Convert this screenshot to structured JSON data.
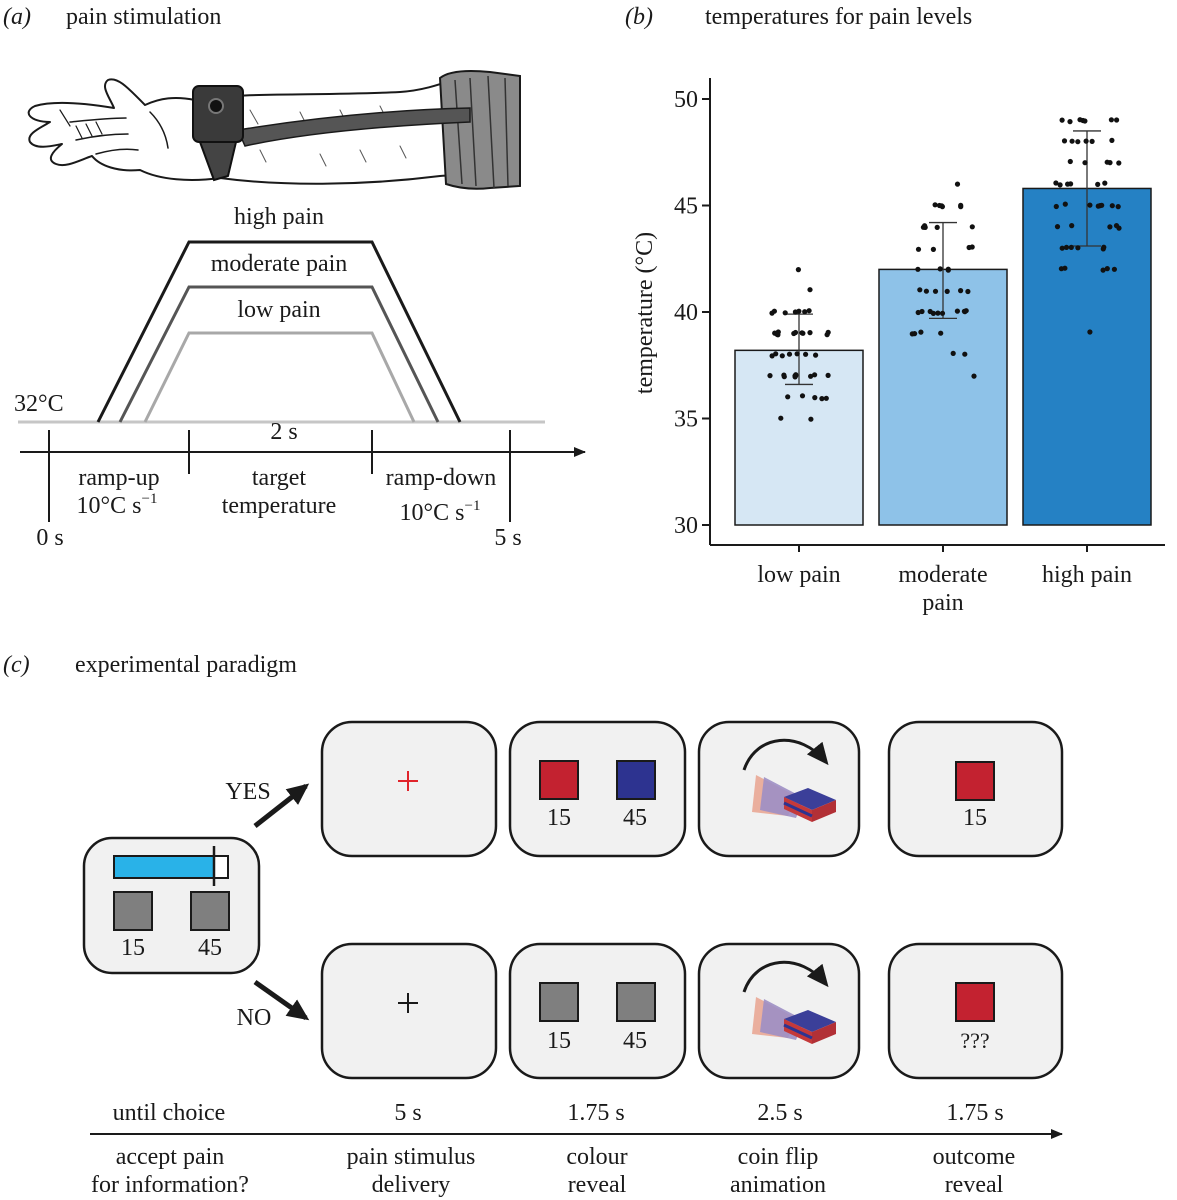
{
  "panel_a": {
    "letter": "a",
    "title": "pain stimulation",
    "labels": {
      "high": "high pain",
      "moderate": "moderate pain",
      "low": "low pain",
      "baseline": "32°C",
      "duration": "2 s",
      "rampup_1": "ramp-up",
      "rampup_2": "10°C s",
      "rampdown_1": "ramp-down",
      "rampdown_2": "10°C s",
      "exponent": "−1",
      "target_1": "target",
      "target_2": "temperature",
      "t_start": "0 s",
      "t_end": "5 s"
    },
    "colors": {
      "high": "#1a1a1a",
      "moderate": "#555555",
      "low": "#a8a8a8",
      "baseline": "#c6c6c6"
    }
  },
  "panel_b": {
    "letter": "b"
  },
  "chart_data": {
    "type": "bar",
    "title": "temperatures for pain levels",
    "xlabel": "",
    "ylabel": "temperature (°C)",
    "ylim": [
      30,
      51
    ],
    "yticks": [
      30,
      35,
      40,
      45,
      50
    ],
    "categories": [
      "low pain",
      "moderate pain",
      "high pain"
    ],
    "category_lines": [
      [
        "low pain"
      ],
      [
        "moderate",
        "pain"
      ],
      [
        "high pain"
      ]
    ],
    "values": [
      38.2,
      42.0,
      45.8
    ],
    "error_low": [
      36.6,
      39.7,
      43.1
    ],
    "error_high": [
      39.9,
      44.2,
      48.5
    ],
    "colors": [
      "#d6e7f4",
      "#8ec2e8",
      "#2581c4"
    ],
    "points": [
      [
        42,
        40,
        40,
        40,
        40,
        40,
        40,
        40,
        41,
        39,
        39,
        39,
        39,
        39,
        39,
        39,
        39,
        39,
        39,
        39,
        38,
        38,
        38,
        38,
        38,
        38,
        38,
        37,
        37,
        37,
        37,
        37,
        37,
        37,
        37,
        37,
        37,
        36,
        36,
        36,
        36,
        36,
        35,
        35
      ],
      [
        46,
        45,
        45,
        45,
        45,
        45,
        45,
        44,
        44,
        44,
        44,
        44,
        43,
        43,
        43,
        43,
        42,
        42,
        42,
        42,
        41,
        41,
        41,
        41,
        41,
        41,
        40,
        40,
        40,
        40,
        40,
        40,
        40,
        40,
        40,
        40,
        39,
        39,
        39,
        39,
        38,
        38,
        37
      ],
      [
        49,
        49,
        49,
        49,
        49,
        49,
        49,
        48,
        48,
        48,
        48,
        48,
        48,
        47,
        47,
        47,
        47,
        47,
        46,
        46,
        46,
        46,
        46,
        46,
        45,
        45,
        45,
        45,
        45,
        45,
        45,
        45,
        44,
        44,
        44,
        44,
        44,
        43,
        43,
        43,
        43,
        43,
        43,
        42,
        42,
        42,
        42,
        42,
        39
      ]
    ]
  },
  "panel_c": {
    "letter": "c",
    "title": "experimental paradigm",
    "yes_label": "YES",
    "no_label": "NO",
    "choice": {
      "left": "15",
      "right": "45"
    },
    "yes": {
      "colour": {
        "left": "15",
        "right": "45"
      },
      "outcome": "15"
    },
    "no": {
      "colour": {
        "left": "15",
        "right": "45"
      },
      "outcome": "???"
    },
    "durations": [
      "until choice",
      "5 s",
      "1.75 s",
      "2.5 s",
      "1.75 s"
    ],
    "phases": [
      [
        "accept pain",
        "for information?"
      ],
      [
        "pain stimulus",
        "delivery"
      ],
      [
        "colour",
        "reveal"
      ],
      [
        "coin flip",
        "animation"
      ],
      [
        "outcome",
        "reveal"
      ]
    ],
    "colors": {
      "red": "#c32230",
      "blue": "#2d3390",
      "grey": "#7f7f7f",
      "bar": "#29b2e8",
      "fix_red": "#e0242b"
    }
  }
}
